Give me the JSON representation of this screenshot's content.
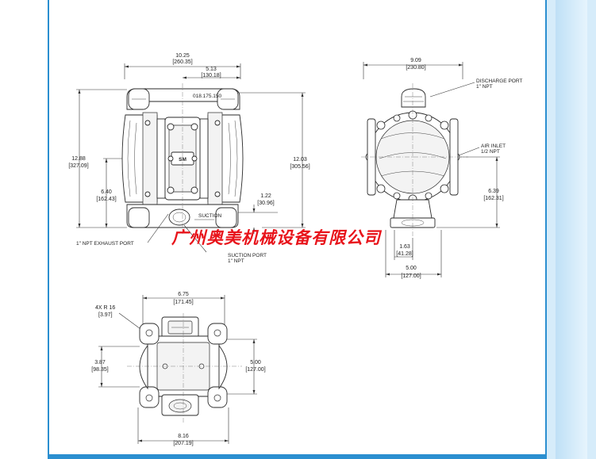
{
  "watermark": "广州奥美机械设备有限公司",
  "front_view": {
    "overall_width": "10.25",
    "overall_width_mm": "[260.35]",
    "half_width": "5.13",
    "half_width_mm": "[130.18]",
    "overall_height": "12.88",
    "overall_height_mm": "[327.09]",
    "port_height": "6.40",
    "port_height_mm": "[162.43]",
    "body_height": "12.03",
    "body_height_mm": "[305.56]",
    "suction_offset": "1.22",
    "suction_offset_mm": "[30.96]",
    "part_number": "018.175.150",
    "suction_tag": "SUCTION",
    "exhaust_port_label": "1\" NPT EXHAUST PORT",
    "suction_port_label_1": "SUCTION PORT",
    "suction_port_label_2": "1\" NPT"
  },
  "side_view": {
    "width": "9.09",
    "width_mm": "[230.80]",
    "discharge_label_1": "DISCHARGE PORT",
    "discharge_label_2": "1\" NPT",
    "air_inlet_label_1": "AIR INLET",
    "air_inlet_label_2": "1/2 NPT",
    "inlet_height": "6.39",
    "inlet_height_mm": "[162.31]",
    "foot_offset": "1.63",
    "foot_offset_mm": "[41.28]",
    "base_width": "5.00",
    "base_width_mm": "[127.00]"
  },
  "top_view": {
    "radius_label": "4X R 16",
    "radius_mm": "[3.97]",
    "width": "6.75",
    "width_mm": "[171.45]",
    "left_height": "3.87",
    "left_height_mm": "[98.35]",
    "right_height": "5.00",
    "right_height_mm": "[127.00]",
    "bottom_width": "8.16",
    "bottom_width_mm": "[207.19]"
  }
}
